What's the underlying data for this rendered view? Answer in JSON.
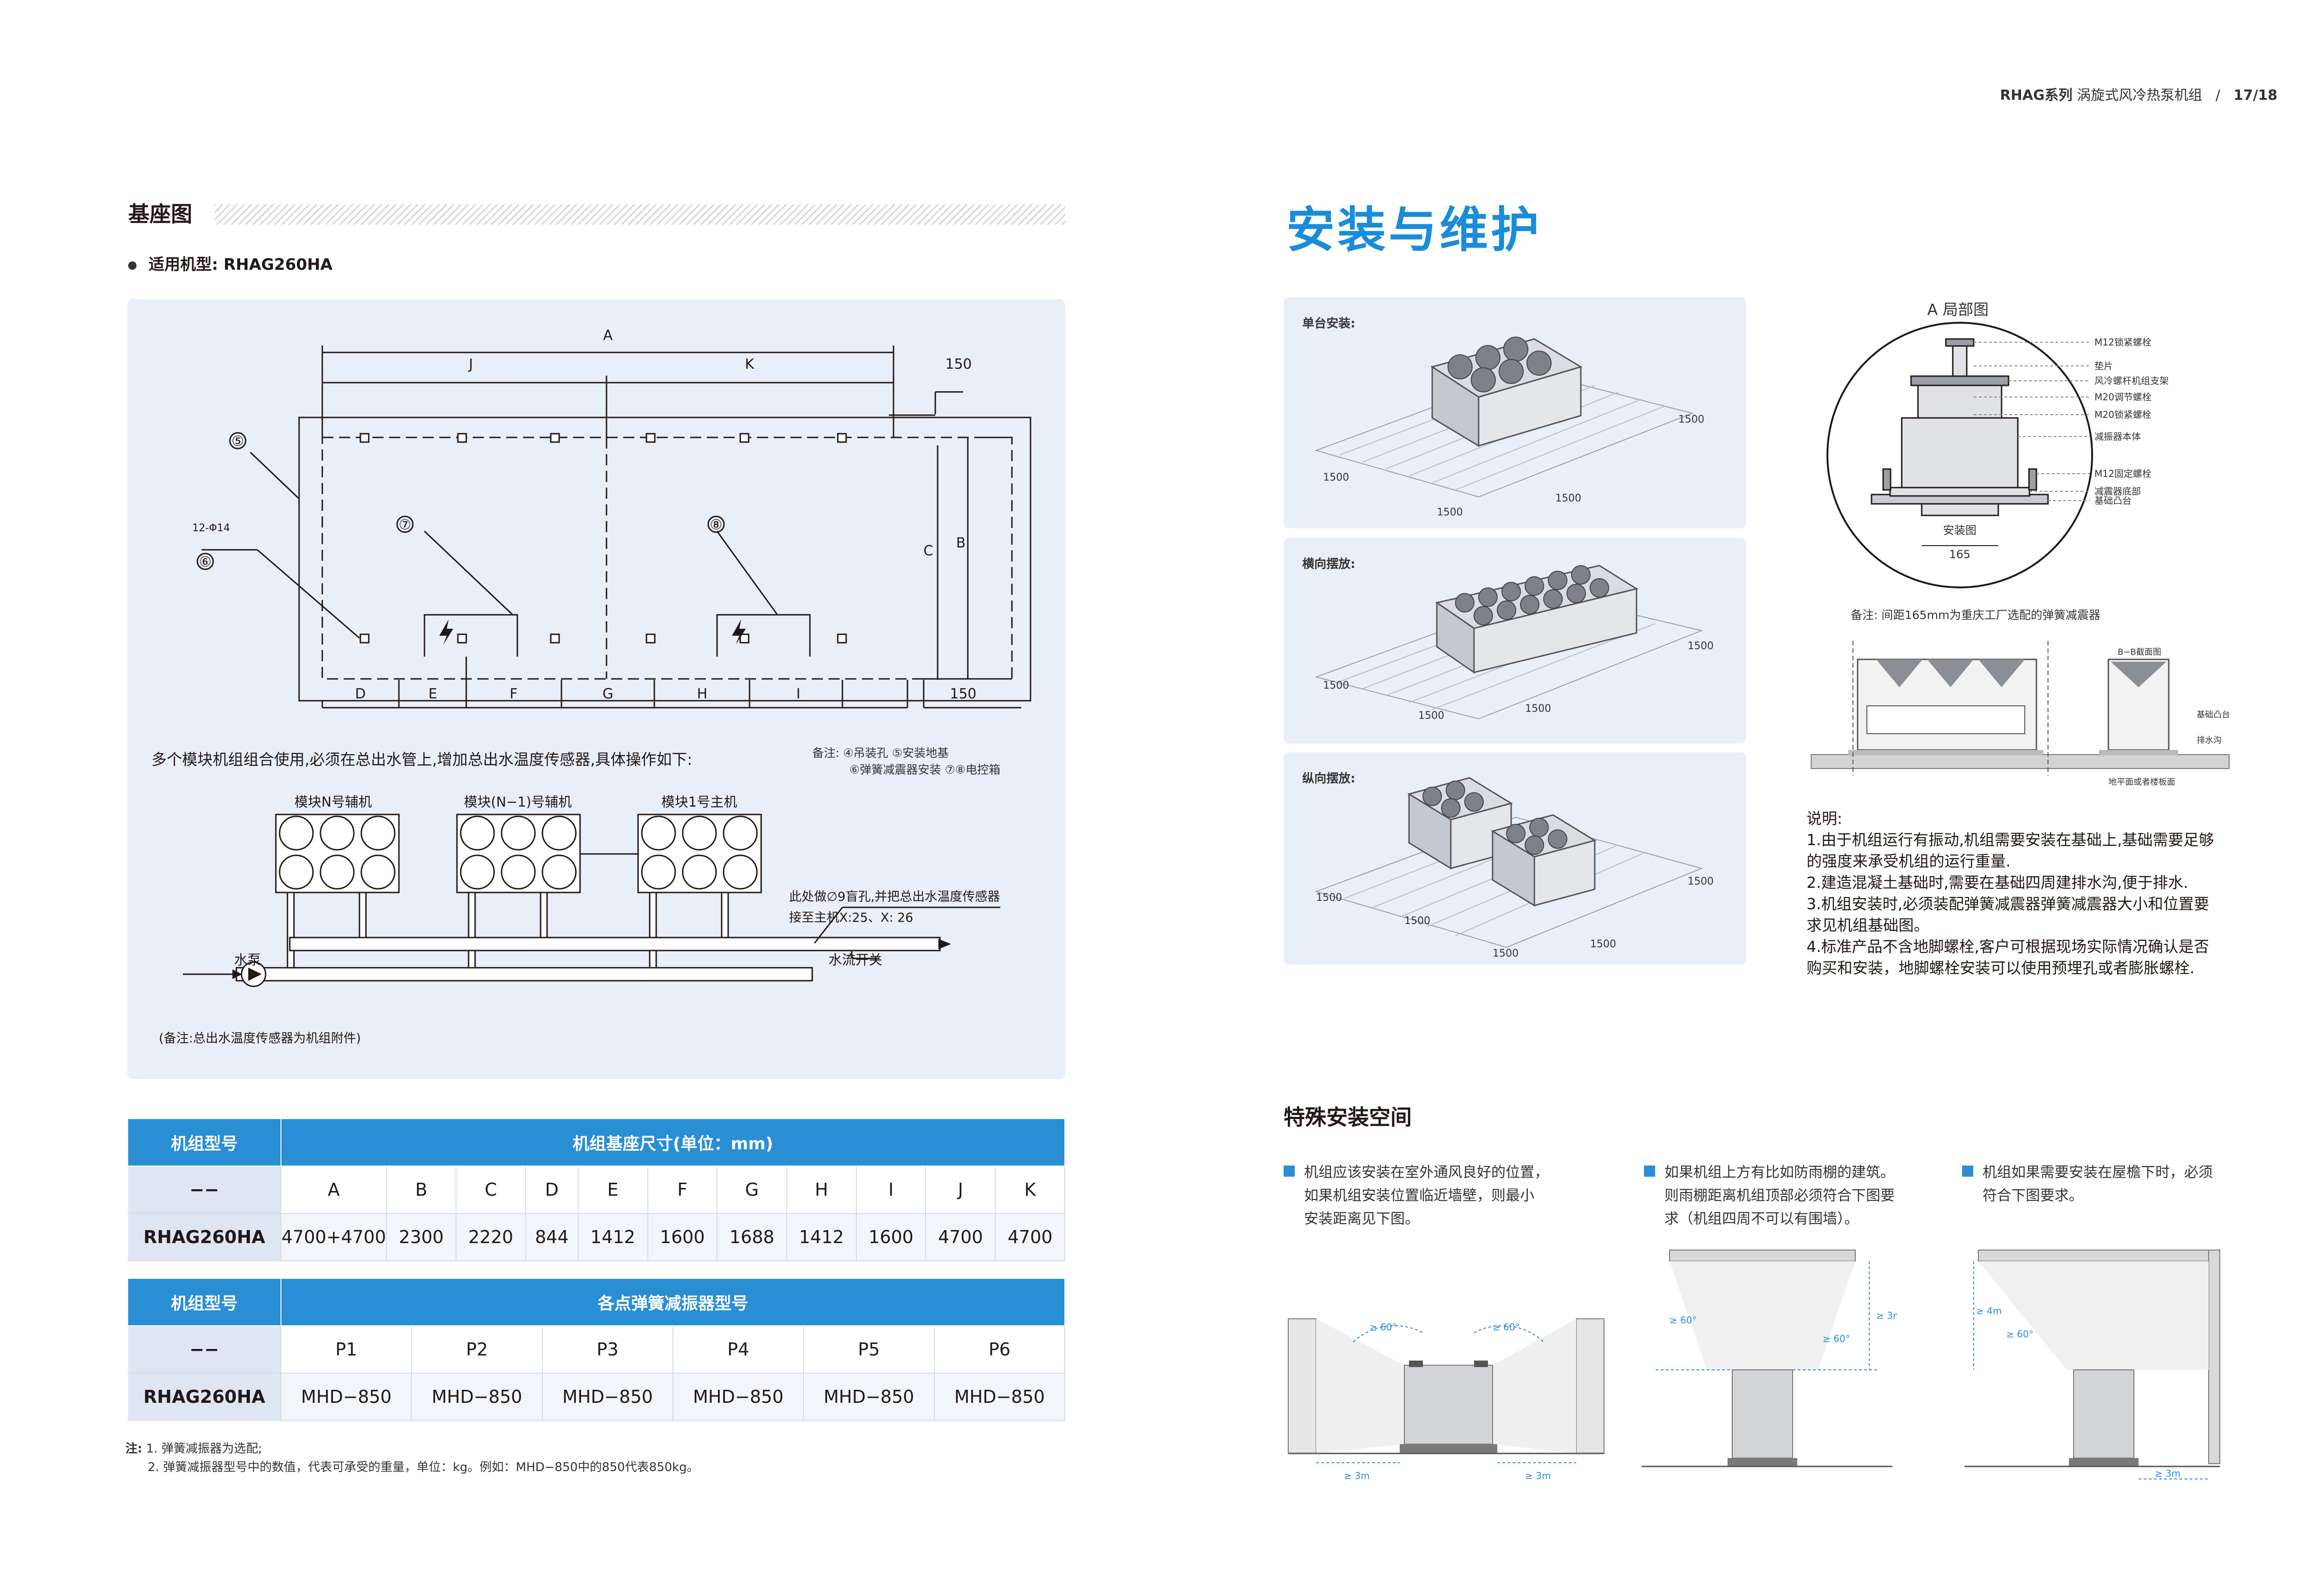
{
  "header": {
    "series": "RHAG系列",
    "product": "涡旋式风冷热泵机组",
    "page": "17/18"
  },
  "left": {
    "title": "基座图",
    "model_line": "适用机型: RHAG260HA",
    "dims": {
      "A": "A",
      "J": "J",
      "K": "K",
      "B": "B",
      "C": "C",
      "D": "D",
      "E": "E",
      "F": "F",
      "G": "G",
      "H": "H",
      "I": "I",
      "n150a": "150",
      "n150b": "150"
    },
    "holes_label": "12-Φ14",
    "callouts": [
      "⑤",
      "⑥",
      "⑦",
      "⑧"
    ],
    "multi_note": "多个模块机组组合使用,必须在总出水管上,增加总出水温度传感器,具体操作如下:",
    "legend_title": "备注:",
    "legend_line1": "④吊装孔  ⑤安装地基",
    "legend_line2": "⑥弹簧减震器安装  ⑦⑧电控箱",
    "module_n": "模块N号辅机",
    "module_n1": "模块(N−1)号辅机",
    "module_1": "模块1号主机",
    "sensor_note": "此处做∅9盲孔,并把总出水温度传感器",
    "sensor_note2": "接至主机X:25、X: 26",
    "pump": "水泵",
    "flow_switch": "水流开关",
    "attach_note": "(备注:总出水温度传感器为机组附件)"
  },
  "table1": {
    "model_header": "机组型号",
    "dims_header": "机组基座尺寸(单位：mm)",
    "dash": "−−",
    "cols": [
      "A",
      "B",
      "C",
      "D",
      "E",
      "F",
      "G",
      "H",
      "I",
      "J",
      "K"
    ],
    "model": "RHAG260HA",
    "values": [
      "4700+4700",
      "2300",
      "2220",
      "844",
      "1412",
      "1600",
      "1688",
      "1412",
      "1600",
      "4700",
      "4700"
    ]
  },
  "table2": {
    "model_header": "机组型号",
    "points_header": "各点弹簧减振器型号",
    "dash": "−−",
    "cols": [
      "P1",
      "P2",
      "P3",
      "P4",
      "P5",
      "P6"
    ],
    "model": "RHAG260HA",
    "values": [
      "MHD−850",
      "MHD−850",
      "MHD−850",
      "MHD−850",
      "MHD−850",
      "MHD−850"
    ]
  },
  "footnote": {
    "prefix": "注:",
    "line1": "1. 弹簧减振器为选配;",
    "line2": "2. 弹簧减振器型号中的数值，代表可承受的重量，单位：kg。例如：MHD−850中的850代表850kg。"
  },
  "right": {
    "title": "安装与维护",
    "single": "单台安装:",
    "horizontal": "横向摆放:",
    "vertical": "纵向摆放:",
    "dim1500": "1500",
    "detail_title": "A 局部图",
    "detail_labels": [
      "M12锁紧螺栓",
      "垫片",
      "风冷螺杆机组支架",
      "M20调节螺栓",
      "M20锁紧螺栓",
      "减振器本体",
      "M12固定螺栓",
      "减震器底部",
      "基础凸台"
    ],
    "install_fig": "安装图",
    "dim165": "165",
    "spring_note": "备注:  间距165mm为重庆工厂选配的弹簧减震器",
    "bb_title": "B−B截面图",
    "base_note": "基础凸台",
    "drain": "排水沟",
    "floor": "地平面或者楼板面",
    "explain_title": "说明:",
    "explain": [
      "1.由于机组运行有振动,机组需要安装在基础上,基础需要足够",
      "的强度来承受机组的运行重量.",
      "2.建造混凝土基础时,需要在基础四周建排水沟,便于排水.",
      "3.机组安装时,必须装配弹簧减震器弹簧减震器大小和位置要",
      "求见机组基础图。",
      "4.标准产品不含地脚螺栓,客户可根据现场实际情况确认是否",
      "购买和安装，地脚螺栓安装可以使用预埋孔或者膨胀螺栓."
    ],
    "special_title": "特殊安装空间",
    "special1": [
      "机组应该安装在室外通风良好的位置，",
      "如果机组安装位置临近墙壁，则最小",
      "安装距离见下图。"
    ],
    "special2": [
      "如果机组上方有比如防雨棚的建筑。",
      "则雨棚距离机组顶部必须符合下图要",
      "求（机组四周不可以有围墙）。"
    ],
    "special3": [
      "机组如果需要安装在屋檐下时，必须",
      "符合下图要求。"
    ],
    "ge3m": "≥ 3m",
    "ge60": "≥ 60°",
    "ge4m": "≥ 4m"
  }
}
